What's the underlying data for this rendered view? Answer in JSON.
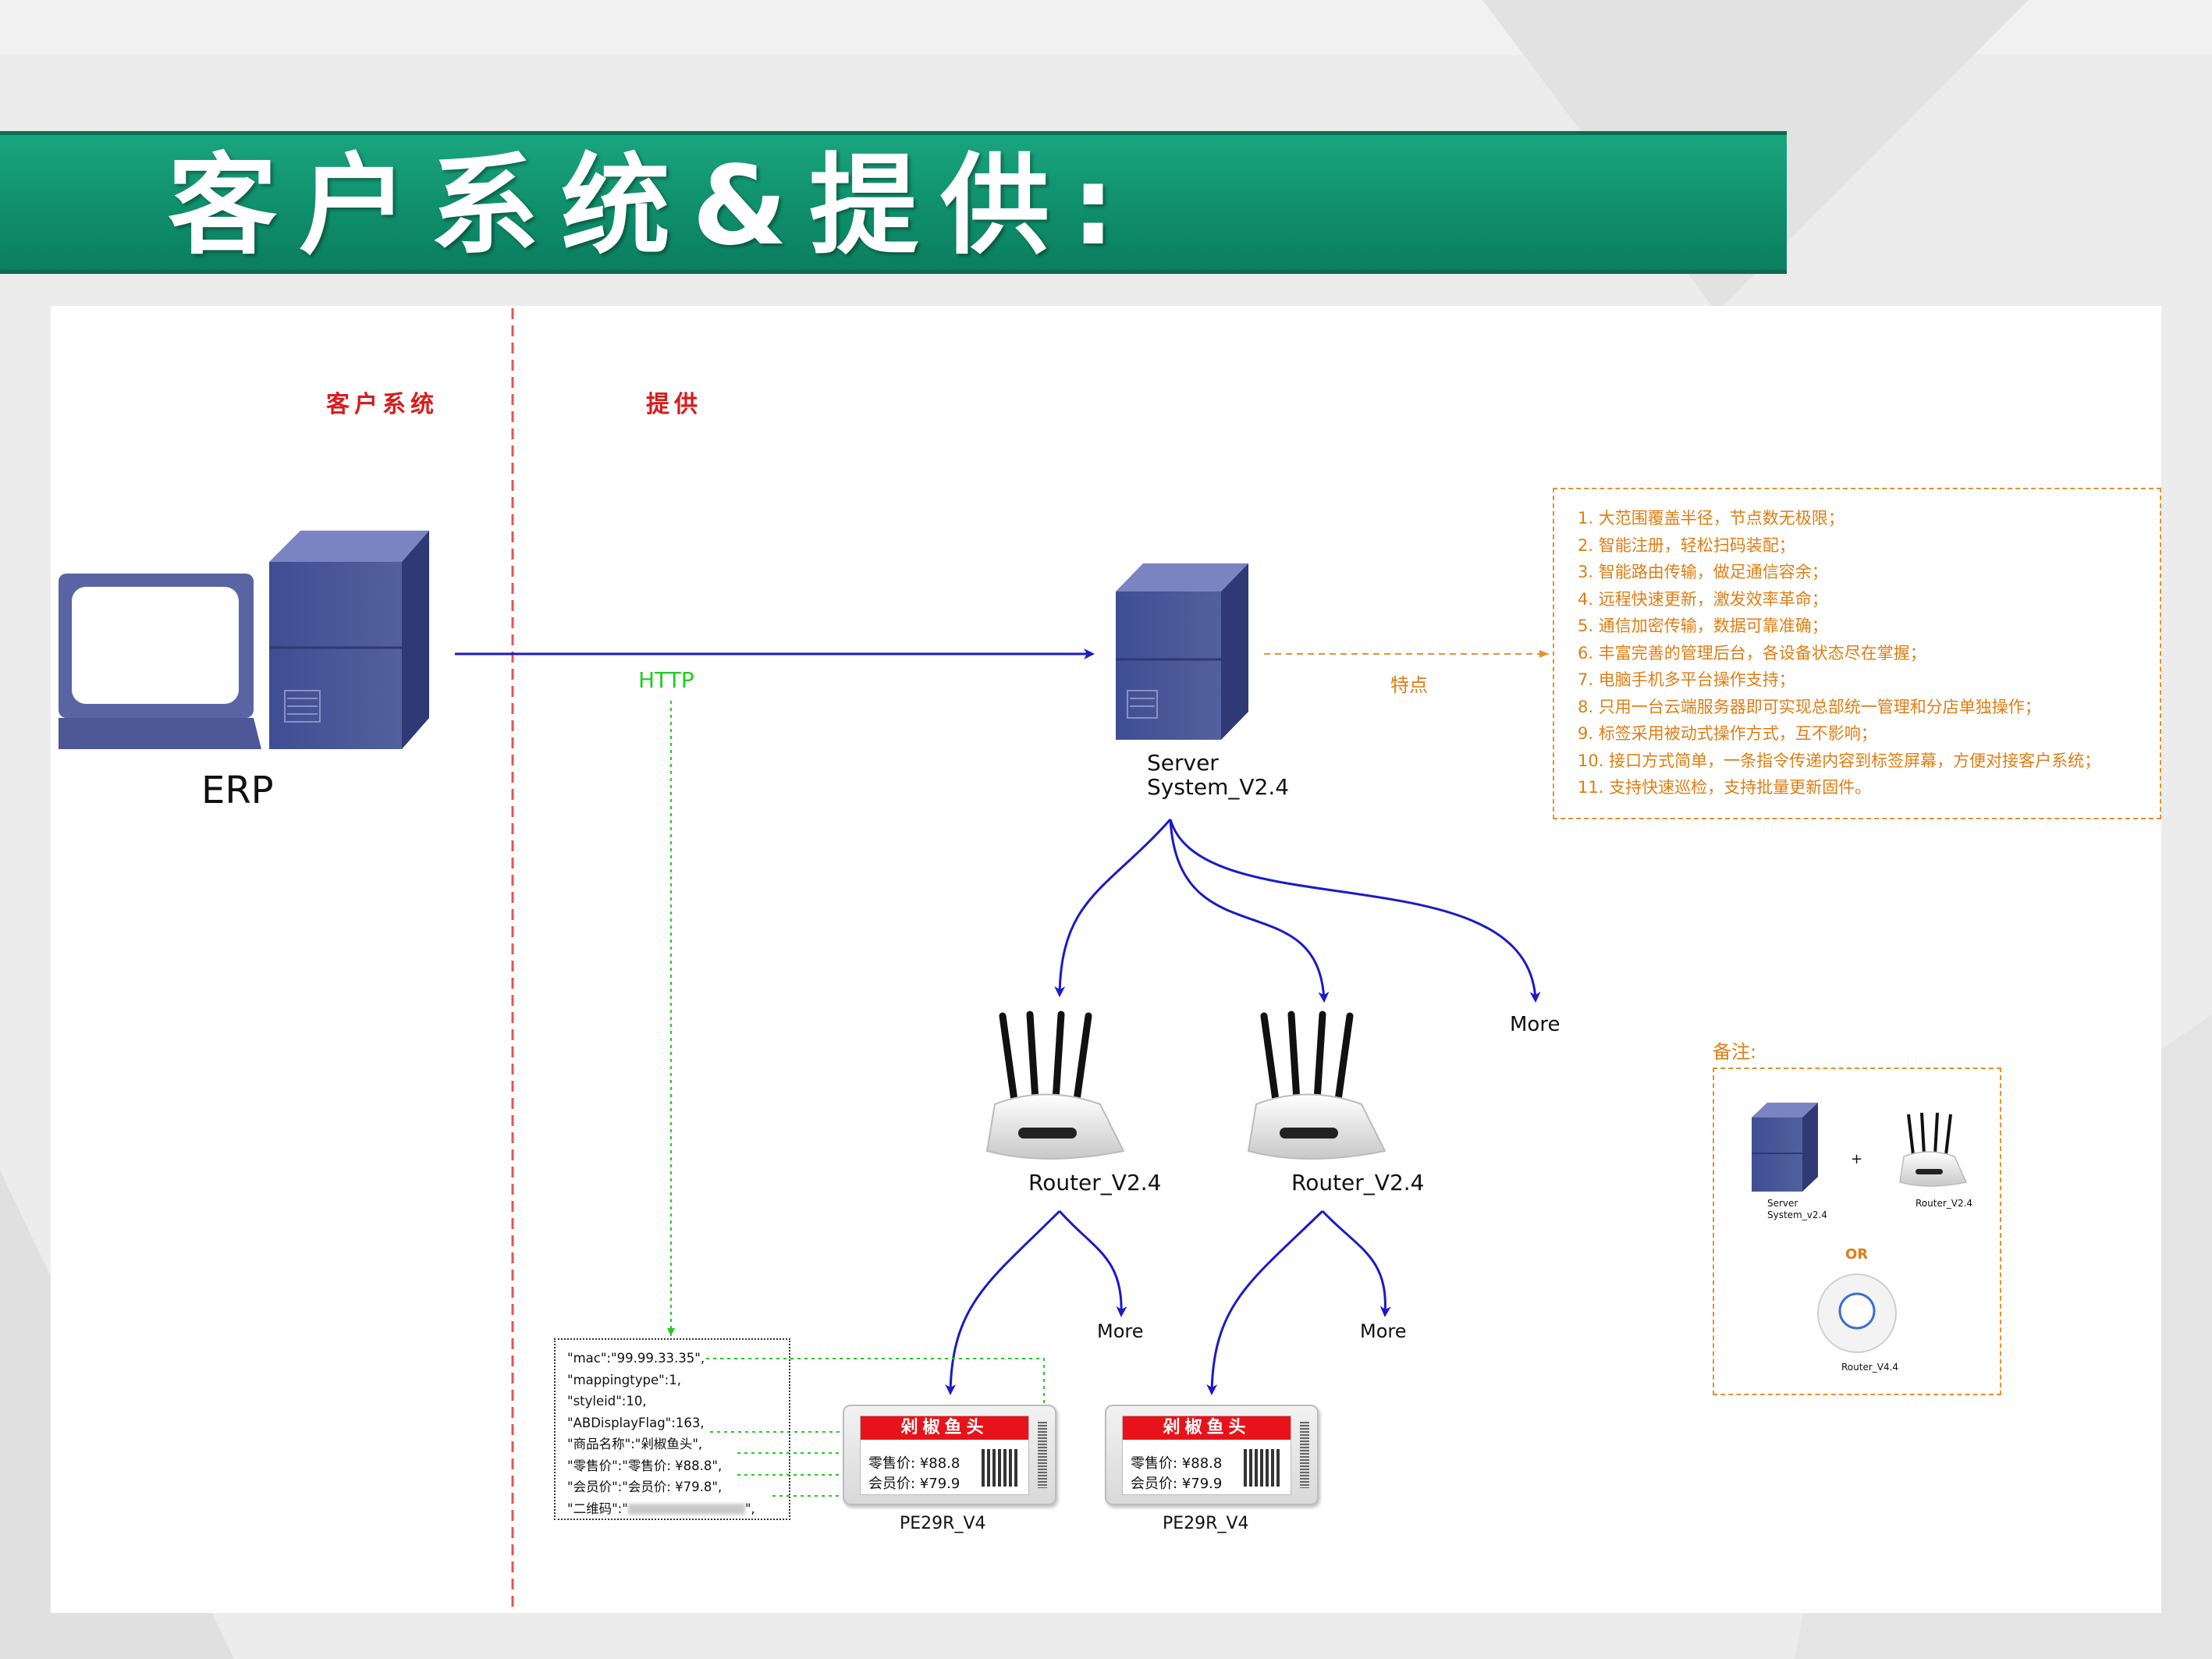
{
  "header": {
    "title": "客户系统&提供:"
  },
  "sections": {
    "customer_system": "客户系统",
    "provide": "提供"
  },
  "erp": {
    "label": "ERP"
  },
  "http": {
    "label": "HTTP"
  },
  "server": {
    "line1": "Server",
    "line2": "System_V2.4"
  },
  "features_link_label": "特点",
  "features": [
    "1. 大范围覆盖半径，节点数无极限；",
    "2. 智能注册，轻松扫码装配；",
    "3. 智能路由传输，做足通信容余；",
    "4. 远程快速更新，激发效率革命；",
    "5. 通信加密传输，数据可靠准确；",
    "6. 丰富完善的管理后台，各设备状态尽在掌握；",
    "7. 电脑手机多平台操作支持；",
    "8. 只用一台云端服务器即可实现总部统一管理和分店单独操作；",
    "9. 标签采用被动式操作方式，互不影响；",
    "10. 接口方式简单，一条指令传递内容到标签屏幕，方便对接客户系统；",
    "11. 支持快速巡检，支持批量更新固件。"
  ],
  "routers": [
    {
      "label": "Router_V2.4"
    },
    {
      "label": "Router_V2.4"
    }
  ],
  "more_labels": {
    "server_more": "More",
    "router1_more": "More",
    "router2_more": "More"
  },
  "json_payload": [
    "\"mac\":\"99.99.33.35\",",
    "\"mappingtype\":1,",
    "\"styleid\":10,",
    "\"ABDisplayFlag\":163,",
    "\"商品名称\":\"剁椒鱼头\",",
    "\"零售价\":\"零售价: ¥88.8\",",
    "\"会员价\":\"会员价: ¥79.8\",",
    "\"二维码\":\"",
    "\","
  ],
  "tags": [
    {
      "product": "剁椒鱼头",
      "retail": "零售价: ¥88.8",
      "member": "会员价: ¥79.9",
      "model": "PE29R_V4"
    },
    {
      "product": "剁椒鱼头",
      "retail": "零售价: ¥88.8",
      "member": "会员价: ¥79.9",
      "model": "PE29R_V4"
    }
  ],
  "notes": {
    "title": "备注:",
    "server_line1": "Server",
    "server_line2": "System_v2.4",
    "plus": "+",
    "router_label": "Router_V2.4",
    "or": "OR",
    "ap_label": "Router_V4.4"
  },
  "colors": {
    "banner": "#12986f",
    "section_label": "#d81c1c",
    "flow_arrow": "#1a1ac8",
    "http": "#22cc22",
    "features": "#e07d12",
    "tag_header": "#e8131a"
  }
}
